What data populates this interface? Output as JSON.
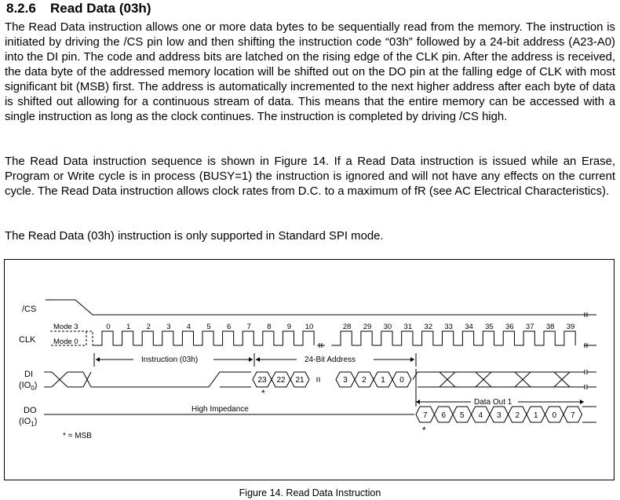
{
  "section": {
    "number": "8.2.6",
    "title": "Read Data (03h)"
  },
  "paragraphs": [
    "The Read Data instruction allows one or more data bytes to be sequentially read from the memory. The instruction is initiated by driving the /CS pin low and then shifting the instruction code “03h” followed by a 24-bit address (A23-A0) into the DI pin. The code and address bits are latched on the rising edge of the CLK pin. After the address is received, the data byte of the addressed memory location will be shifted out on the DO pin at the falling edge of CLK with most significant bit (MSB) first. The address is automatically incremented to the next higher address after each byte of data is shifted out allowing for a continuous stream of data. This means that the entire memory can be accessed with a single instruction as long as the clock continues. The instruction is completed by driving /CS high.",
    "The Read Data instruction sequence is shown in Figure 14. If a Read Data instruction is issued while an Erase, Program or Write cycle is in process (BUSY=1) the instruction is ignored and will not have any effects on the current cycle. The Read Data instruction allows clock rates from D.C. to a maximum of fR (see AC Electrical Characteristics).",
    "The Read Data (03h) instruction is only supported in Standard SPI mode."
  ],
  "figure": {
    "caption": "Figure 14. Read Data Instruction",
    "signals": {
      "cs": "/CS",
      "clk": "CLK",
      "di": "DI",
      "di_sub": "(IO",
      "di_sub_index": "0",
      "do": "DO",
      "do_sub": "(IO",
      "do_sub_index": "1",
      "close_paren": ")"
    },
    "mode_labels": [
      "Mode 3",
      "Mode 0"
    ],
    "clock_numbers_first": [
      "0",
      "1",
      "2",
      "3",
      "4",
      "5",
      "6",
      "7",
      "8",
      "9",
      "10"
    ],
    "clock_numbers_second": [
      "28",
      "29",
      "30",
      "31",
      "32",
      "33",
      "34",
      "35",
      "36",
      "37",
      "38",
      "39"
    ],
    "labels": {
      "instruction": "Instruction (03h)",
      "address": "24-Bit Address",
      "data_out": "Data Out 1",
      "high_impedance": "High Impedance",
      "msb_note": "* = MSB",
      "star": "*"
    },
    "di_address_bits_start": [
      "23",
      "22",
      "21"
    ],
    "di_address_bits_end": [
      "3",
      "2",
      "1",
      "0"
    ],
    "do_data_bits": [
      "7",
      "6",
      "5",
      "4",
      "3",
      "2",
      "1",
      "0",
      "7"
    ]
  }
}
